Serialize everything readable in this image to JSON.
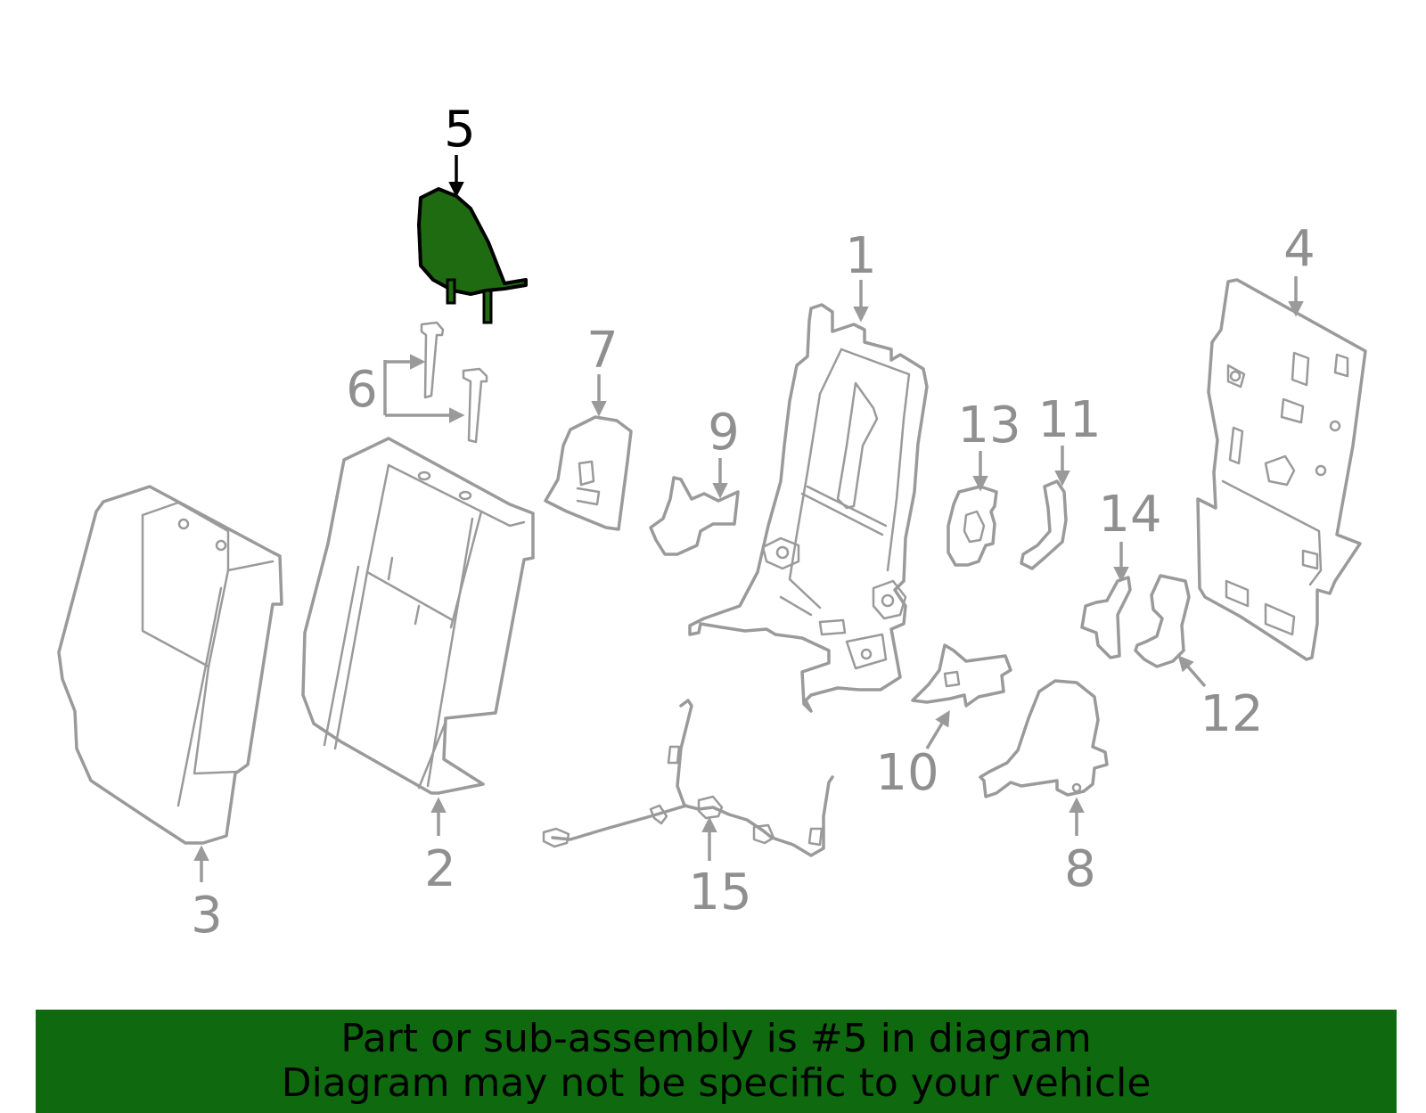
{
  "diagram": {
    "highlight_color": "#1f6b12",
    "line_color": "#9a9a9a",
    "callouts": [
      "1",
      "2",
      "3",
      "4",
      "5",
      "6",
      "7",
      "8",
      "9",
      "10",
      "11",
      "12",
      "13",
      "14",
      "15"
    ],
    "highlighted_callout": "5"
  },
  "banner": {
    "line1": "Part or sub-assembly is #5 in diagram",
    "line2": "Diagram may not be specific to your vehicle",
    "background": "#0f6a0f"
  }
}
